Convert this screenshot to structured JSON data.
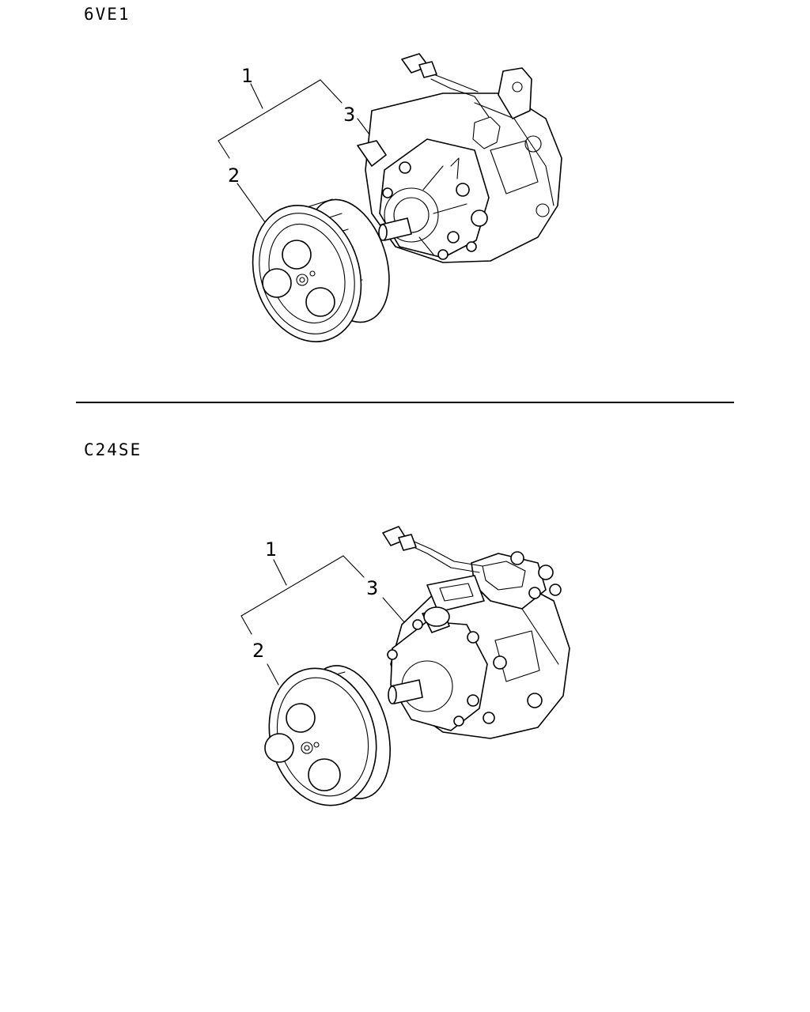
{
  "sections": [
    {
      "engine_code": "6VE1",
      "callouts": {
        "assembly": "1",
        "pulley": "2",
        "compressor": "3"
      }
    },
    {
      "engine_code": "C24SE",
      "callouts": {
        "assembly": "1",
        "pulley": "2",
        "compressor": "3"
      }
    }
  ]
}
